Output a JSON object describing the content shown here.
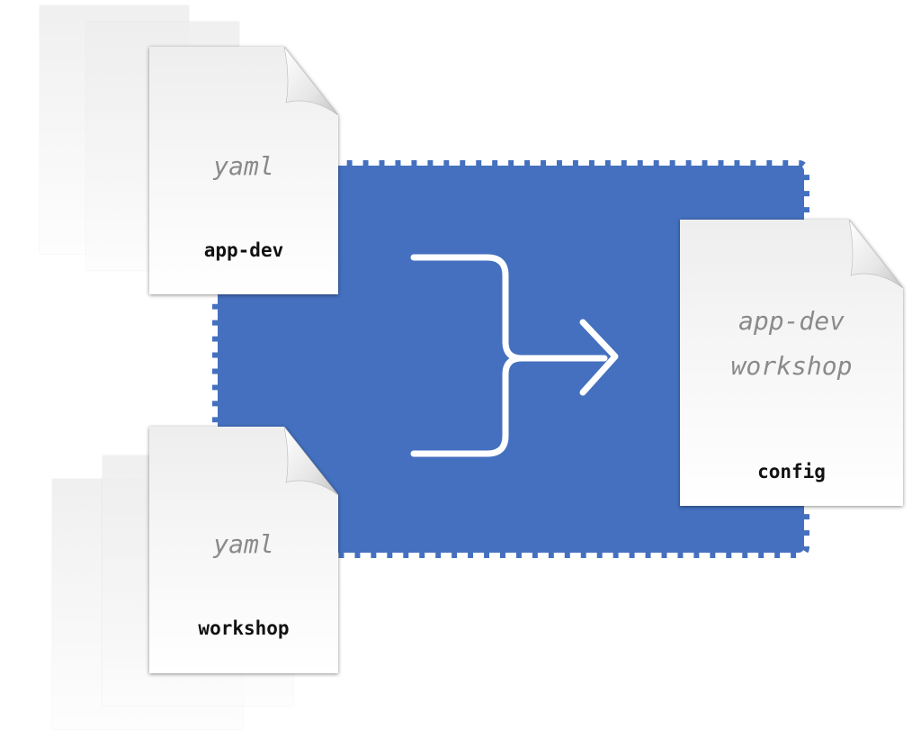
{
  "colors": {
    "merge_region": "#4470bf",
    "arrow": "#ffffff",
    "doc_type_text": "#8a8a8a",
    "doc_name_text": "#111111"
  },
  "inputs": [
    {
      "type_label": "yaml",
      "name_label": "app-dev"
    },
    {
      "type_label": "yaml",
      "name_label": "workshop"
    }
  ],
  "output": {
    "content_lines": [
      "app-dev",
      "workshop"
    ],
    "name_label": "config"
  },
  "icons": {
    "arrow": "merge-arrow-icon",
    "document": "document-icon"
  }
}
